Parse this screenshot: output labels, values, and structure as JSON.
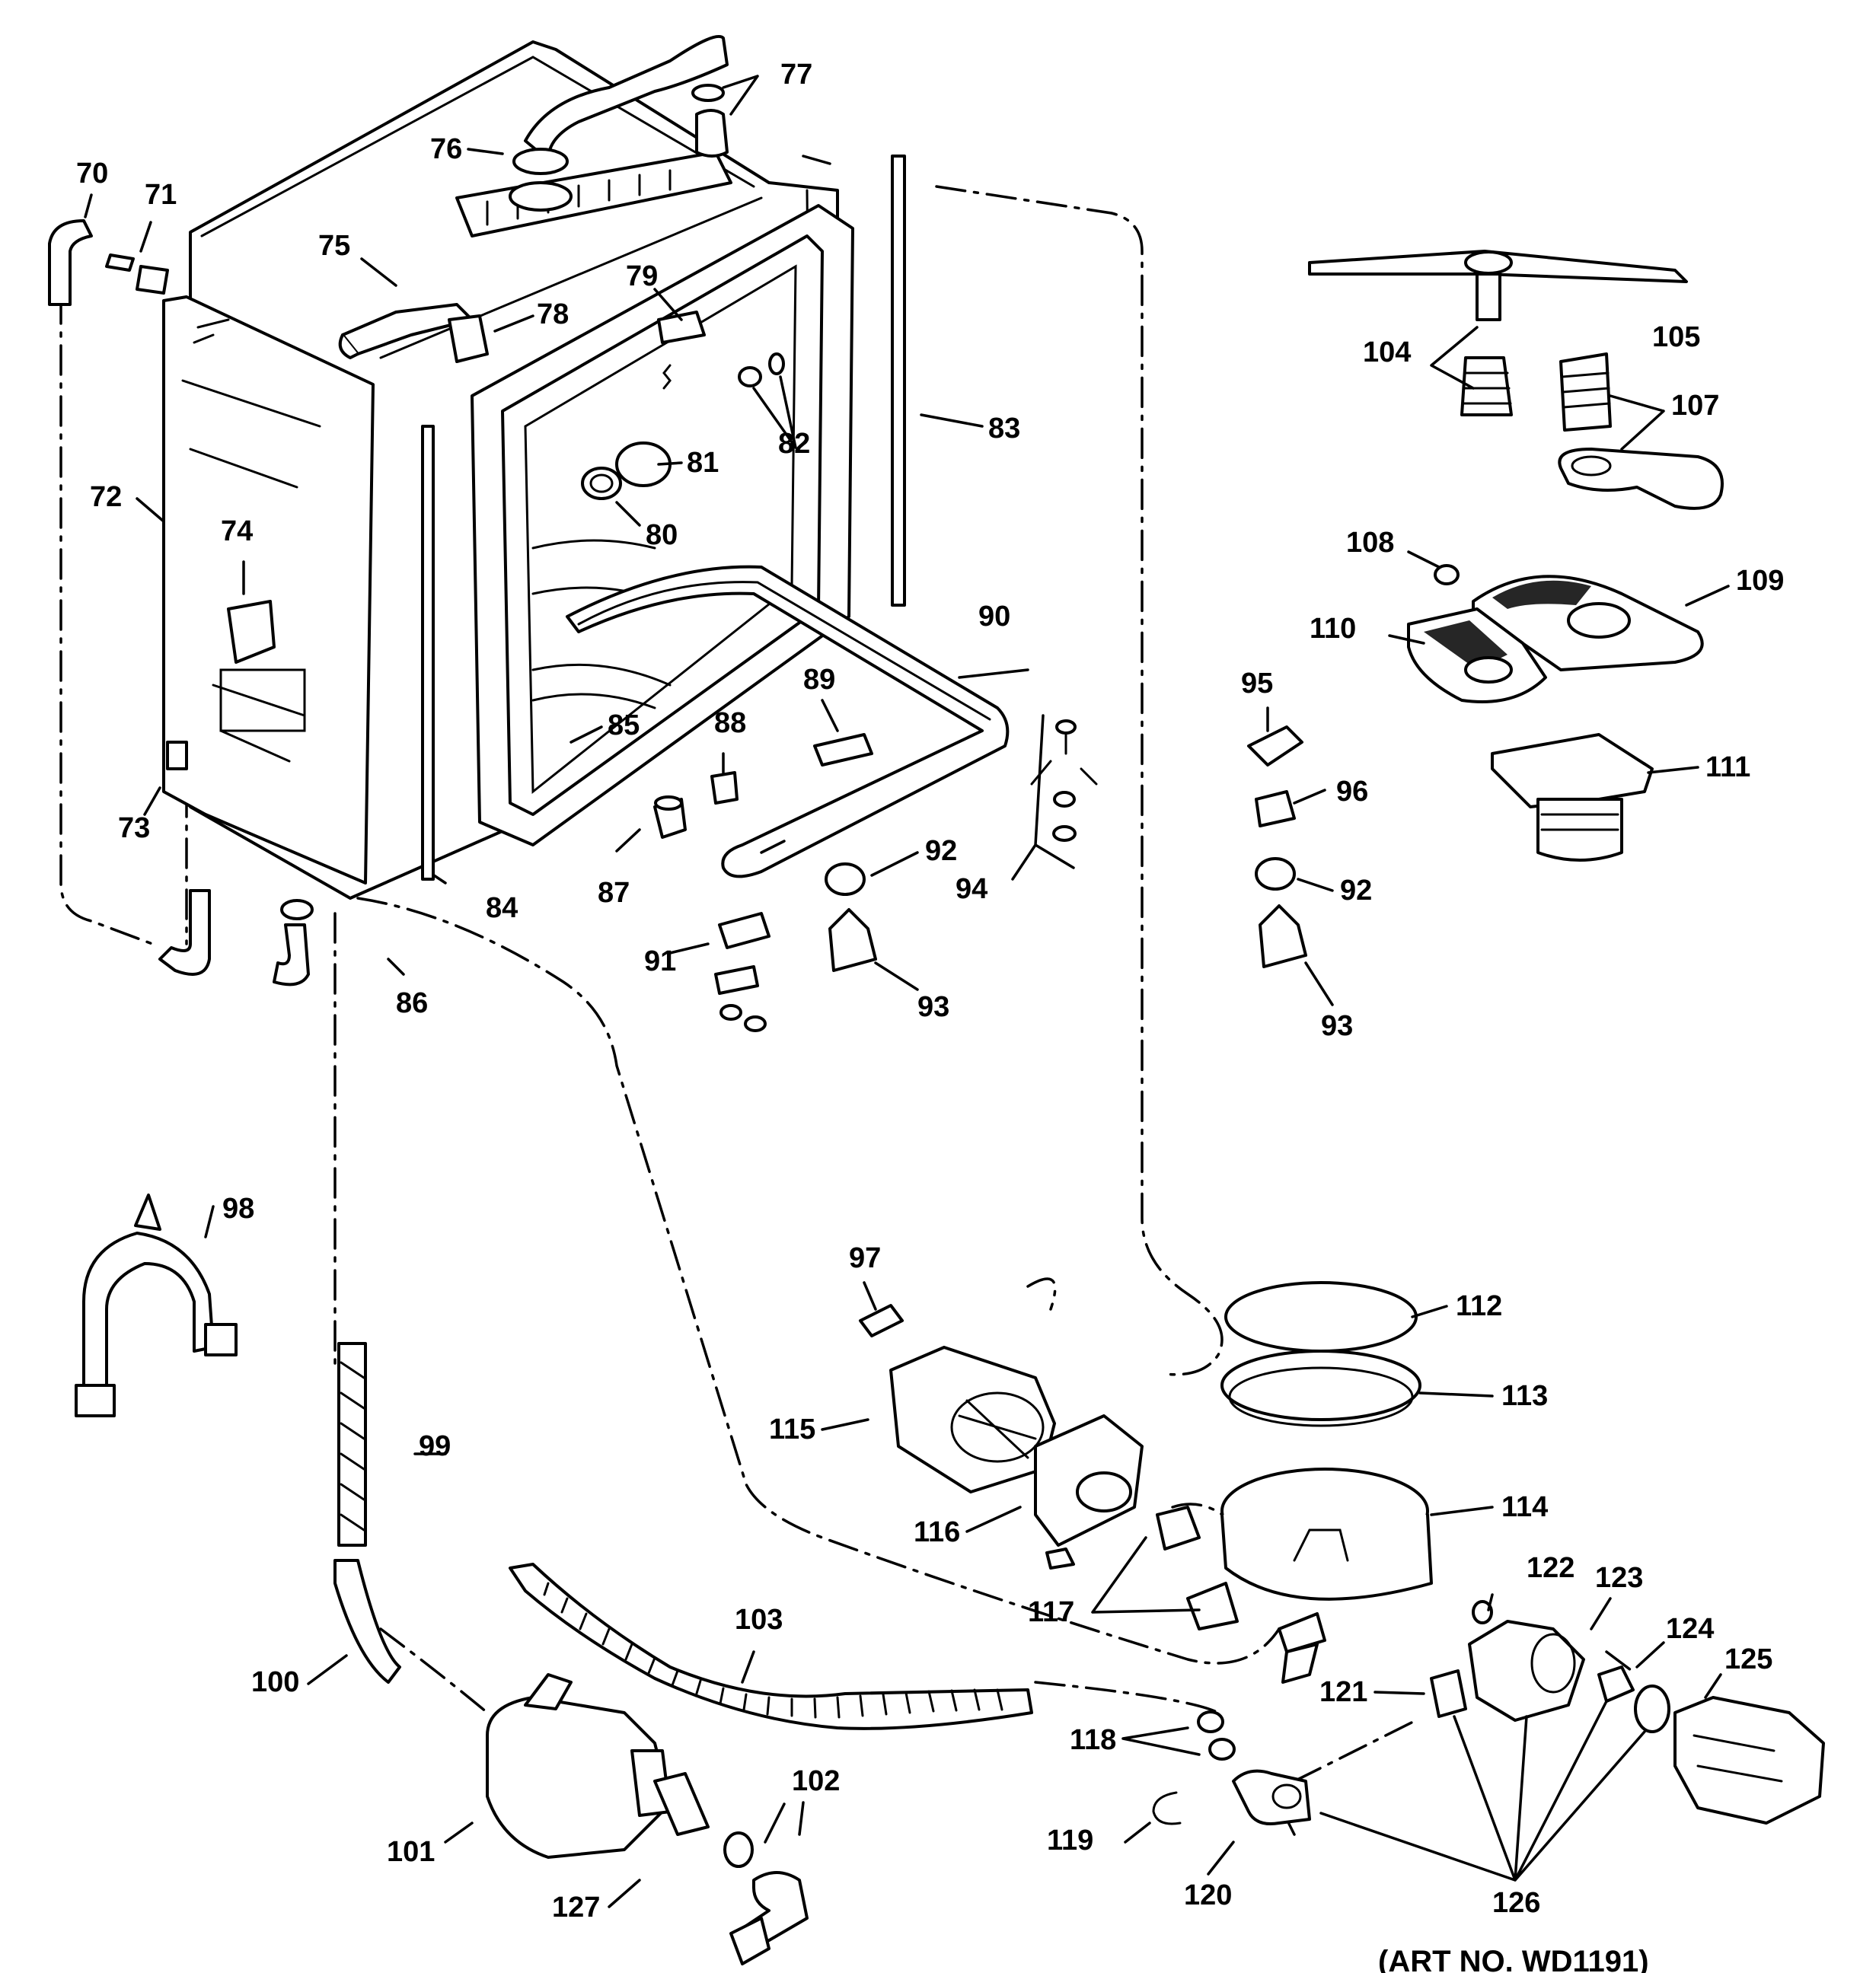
{
  "diagram": {
    "art_number": "(ART NO. WD1191)",
    "callouts": {
      "c70": "70",
      "c71": "71",
      "c72": "72",
      "c73": "73",
      "c74": "74",
      "c75": "75",
      "c76": "76",
      "c77": "77",
      "c78": "78",
      "c79": "79",
      "c80": "80",
      "c81": "81",
      "c82": "82",
      "c83": "83",
      "c84": "84",
      "c85": "85",
      "c86": "86",
      "c87": "87",
      "c88": "88",
      "c89": "89",
      "c90": "90",
      "c91": "91",
      "c92a": "92",
      "c92b": "92",
      "c93a": "93",
      "c93b": "93",
      "c94": "94",
      "c95": "95",
      "c96": "96",
      "c97": "97",
      "c98": "98",
      "c99": "99",
      "c100": "100",
      "c101": "101",
      "c102": "102",
      "c103": "103",
      "c104": "104",
      "c105": "105",
      "c107": "107",
      "c108": "108",
      "c109": "109",
      "c110": "110",
      "c111": "111",
      "c112": "112",
      "c113": "113",
      "c114": "114",
      "c115": "115",
      "c116": "116",
      "c117": "117",
      "c118": "118",
      "c119": "119",
      "c120": "120",
      "c121": "121",
      "c122": "122",
      "c123": "123",
      "c124": "124",
      "c125": "125",
      "c126": "126",
      "c127": "127"
    }
  }
}
